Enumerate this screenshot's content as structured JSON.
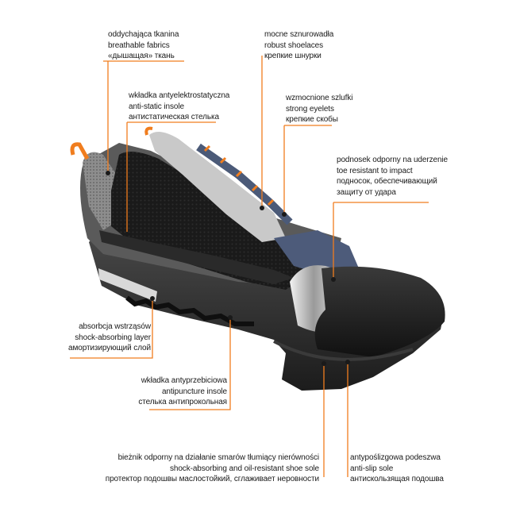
{
  "accent_color": "#f07d1e",
  "callouts": {
    "breathable": [
      "oddychająca tkanina",
      "breathable fabrics",
      "«дышащая» ткань"
    ],
    "laces": [
      "mocne sznurowadła",
      "robust shoelaces",
      "крепкие шнурки"
    ],
    "insole": [
      "wkładka antyelektrostatyczna",
      "anti-static insole",
      "антистатическая стелька"
    ],
    "eyelets": [
      "wzmocnione szlufki",
      "strong eyelets",
      "крепкие скобы"
    ],
    "toecap": [
      "podnosek odporny na uderzenie",
      "toe resistant to impact",
      "подносок, обеспечивающий",
      "защиту от удара"
    ],
    "absorbing": [
      "absorbcja wstrząsów",
      "shock-absorbing layer",
      "амортизирующий слой"
    ],
    "antipuncture": [
      "wkładka antyprzebiciowa",
      "antipuncture insole",
      "стелька антипрокольная"
    ],
    "sole": [
      "bieżnik odporny na działanie smarów tłumiący nierówności",
      "shock-absorbing and oil-resistant shoe sole",
      "протектор подошвы маслостойкий, сглаживает неровности"
    ],
    "antislip": [
      "antypoślizgowa podeszwa",
      "anti-slip sole",
      "антискользящая подошва"
    ]
  }
}
